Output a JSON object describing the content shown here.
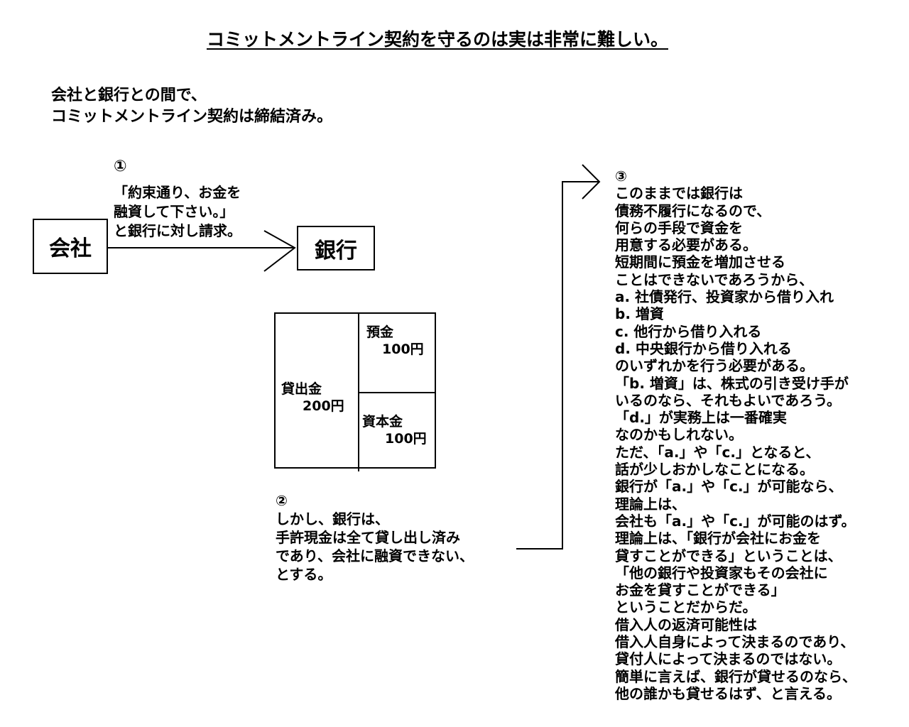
{
  "title": "コミットメントライン契約を守るのは実は非常に難しい。",
  "intro": [
    "会社と銀行との間で、",
    "コミットメントライン契約は締結済み。"
  ],
  "boxes": {
    "company": "会社",
    "bank": "銀行"
  },
  "step1": {
    "number": "①",
    "lines": [
      "「約束通り、お金を",
      "融資して下さい。」",
      "と銀行に対し請求。"
    ]
  },
  "balance_sheet": {
    "assets_label": "貸出金",
    "assets_value": "200円",
    "deposits_label": "預金",
    "deposits_value": "100円",
    "capital_label": "資本金",
    "capital_value": "100円"
  },
  "step2": {
    "number": "②",
    "lines": [
      "しかし、銀行は、",
      "手許現金は全て貸し出し済み",
      "であり、会社に融資できない、",
      "とする。"
    ]
  },
  "step3": {
    "number": "③",
    "lines": [
      "このままでは銀行は",
      "債務不履行になるので、",
      "何らの手段で資金を",
      "用意する必要がある。",
      "短期間に預金を増加させる",
      "ことはできないであろうから、",
      "a. 社債発行、投資家から借り入れ",
      "b. 増資",
      "c. 他行から借り入れる",
      "d. 中央銀行から借り入れる",
      "のいずれかを行う必要がある。",
      "「b. 増資」は、株式の引き受け手が",
      "いるのなら、それもよいであろう。",
      "「d.」が実務上は一番確実",
      "なのかもしれない。",
      "ただ、「a.」や「c.」となると、",
      "話が少しおかしなことになる。",
      "銀行が「a.」や「c.」が可能なら、",
      "理論上は、",
      "会社も「a.」や「c.」が可能のはず。",
      "理論上は、「銀行が会社にお金を",
      "貸すことができる」ということは、",
      "「他の銀行や投資家もその会社に",
      "お金を貸すことができる」",
      "ということだからだ。",
      "借入人の返済可能性は",
      "借入人自身によって決まるのであり、",
      "貸付人によって決まるのではない。",
      "簡単に言えば、銀行が貸せるのなら、",
      "他の誰かも貸せるはず、と言える。"
    ]
  }
}
